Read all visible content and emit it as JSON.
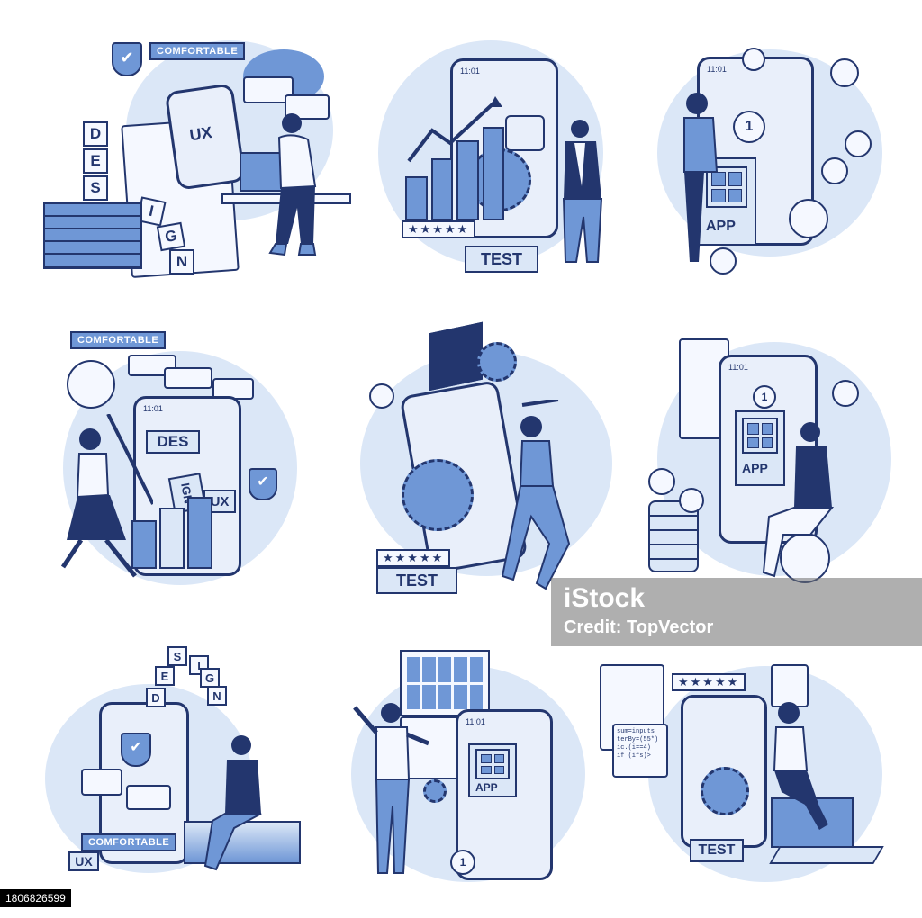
{
  "panels": {
    "p1": {
      "tag": "COMFORTABLE",
      "phone_label": "UX",
      "cubes": [
        "D",
        "E",
        "S",
        "I",
        "G",
        "N"
      ]
    },
    "p2": {
      "phone_time": "11:01",
      "button": "TEST",
      "rating": "★★★★★"
    },
    "p3": {
      "phone_time": "11:01",
      "badge": "1",
      "app": "APP"
    },
    "p4": {
      "tag": "COMFORTABLE",
      "phone_time": "11:01",
      "word_design": "DES",
      "word_ign": "IGN",
      "ux": "UX"
    },
    "p5": {
      "button": "TEST",
      "rating": "★★★★★"
    },
    "p6": {
      "phone_time": "11:01",
      "badge": "1",
      "app": "APP"
    },
    "p7": {
      "tag": "COMFORTABLE",
      "ux": "UX",
      "cubes": [
        "D",
        "E",
        "S",
        "I",
        "G",
        "N"
      ]
    },
    "p8": {
      "phone_time": "11:01",
      "app": "APP",
      "badge": "1"
    },
    "p9": {
      "button": "TEST",
      "rating": "★★★★★",
      "code": "sum=inputs\nterBy=(55*)\nic.(i==4)\nif (ifs)>"
    }
  },
  "watermark": {
    "brand": "iStock",
    "credit": "Credit: TopVector"
  },
  "stock_id": "1806826599",
  "colors": {
    "navy": "#23366e",
    "blue": "#6f97d6",
    "light": "#dbe7f7"
  }
}
